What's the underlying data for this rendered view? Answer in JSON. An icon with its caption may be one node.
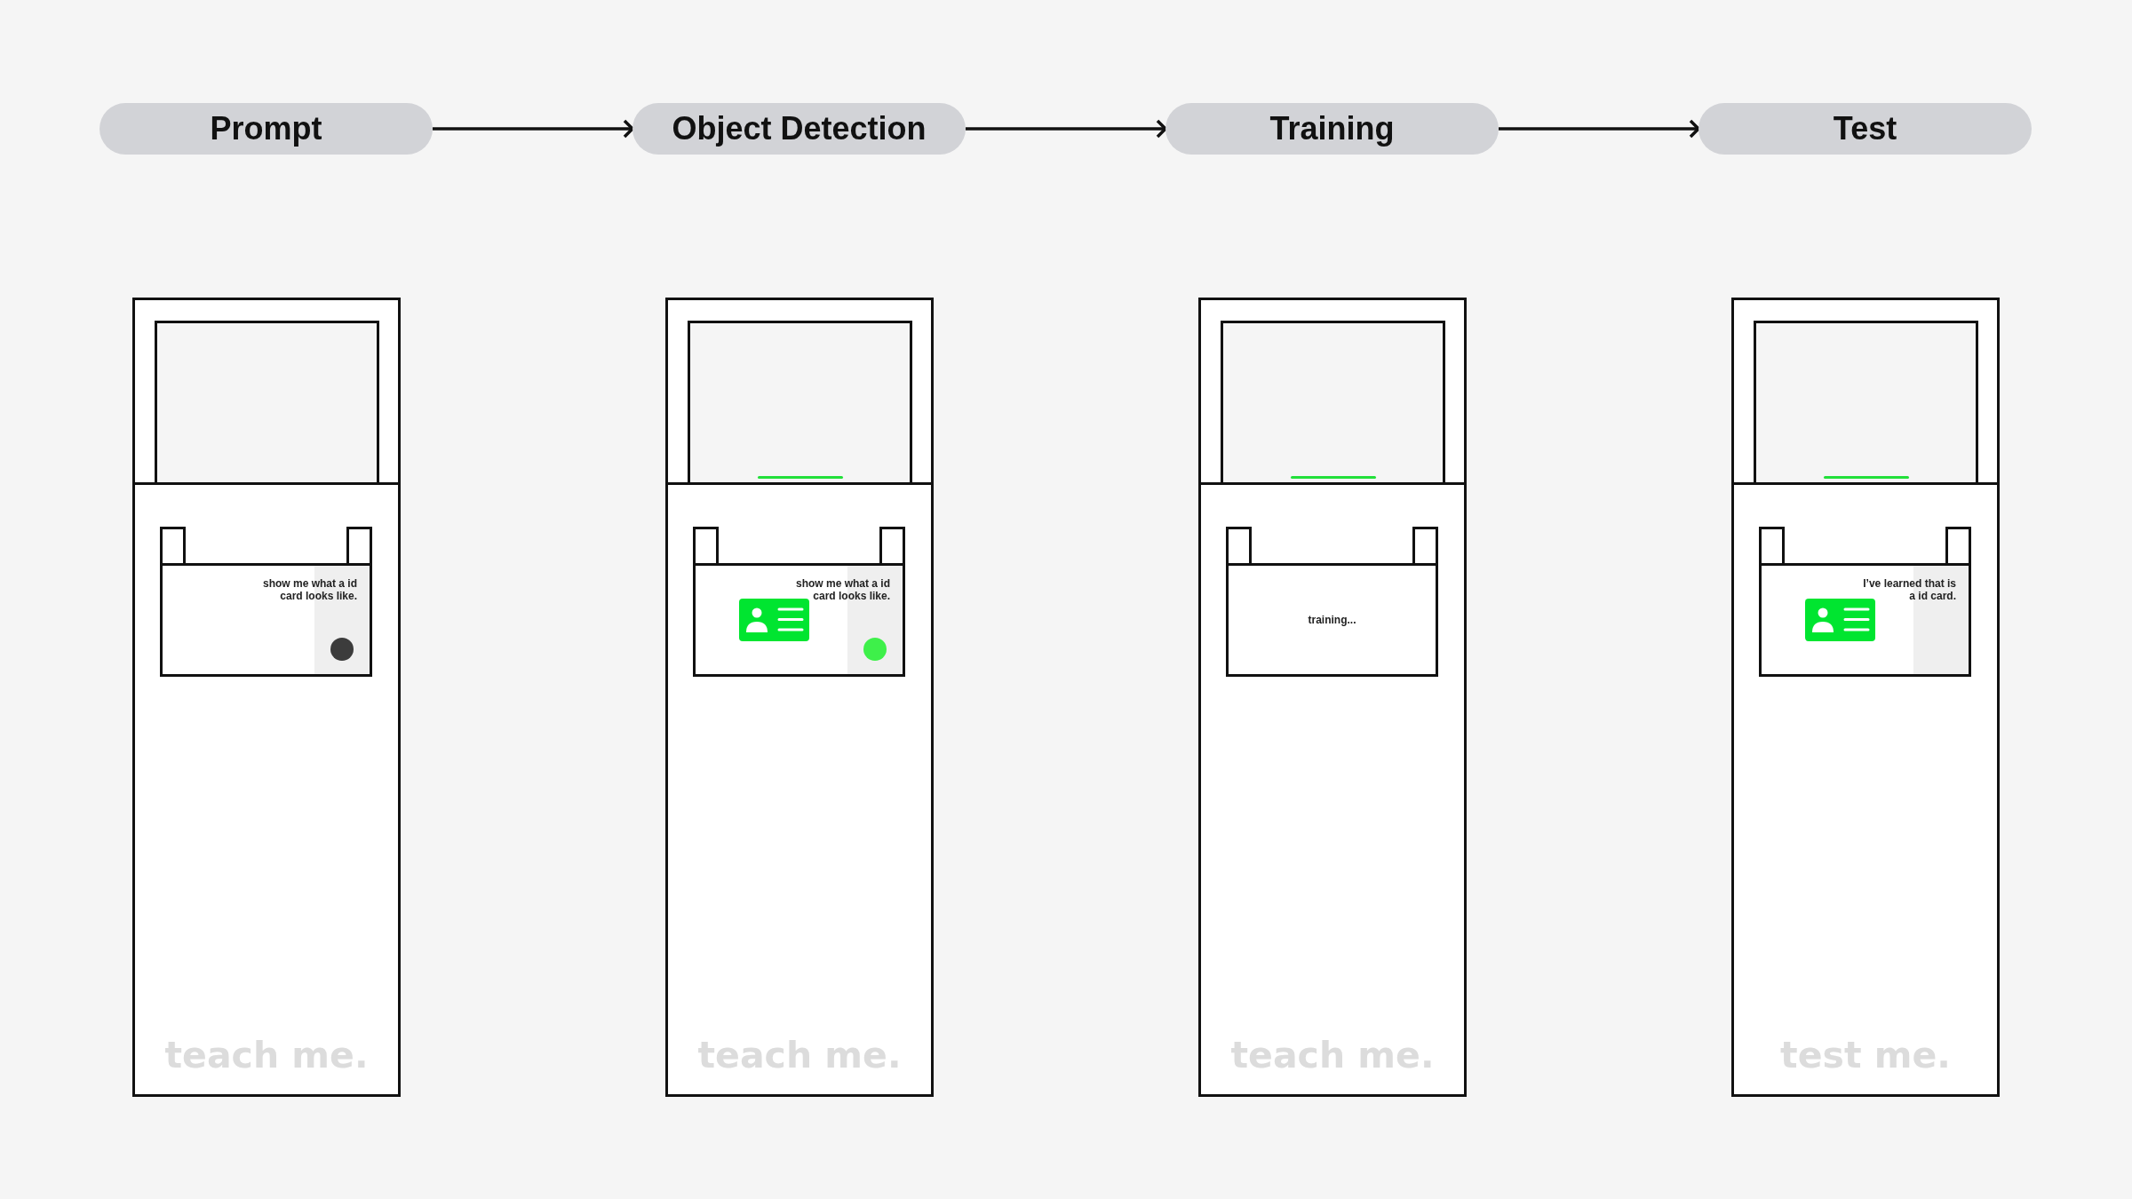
{
  "diagram": {
    "nodes": [
      {
        "text": [
          "Prompt"
        ]
      },
      {
        "text": [
          "Object Detection"
        ]
      },
      {
        "text": [
          "Training"
        ]
      },
      {
        "text": [
          "Test"
        ]
      },
      {
        "text": [
          "teach me."
        ]
      },
      {
        "text": [],
        "shape": "box",
        "in": 4
      },
      {
        "text": [
          "show me what a id card looks like."
        ],
        "in": 4
      },
      {
        "text": [
          "teach me."
        ]
      },
      {
        "text": [],
        "shape": "box",
        "in": 7
      },
      {
        "text": [
          "show me what a id card looks like."
        ],
        "in": 7
      },
      {
        "text": [
          "teach me."
        ]
      },
      {
        "text": [],
        "shape": "box",
        "in": 10
      },
      {
        "text": [
          "training..."
        ],
        "in": 10
      },
      {
        "text": [
          "test me."
        ]
      },
      {
        "text": [],
        "shape": "box",
        "in": 13
      },
      {
        "text": [
          "I’ve learned that is a id card."
        ],
        "in": 13
      }
    ],
    "edges": [
      {
        "from": 0,
        "to": 1,
        "arrow": "to"
      },
      {
        "from": 1,
        "to": 2,
        "arrow": "to"
      },
      {
        "from": 2,
        "to": 3,
        "arrow": "to"
      }
    ]
  }
}
